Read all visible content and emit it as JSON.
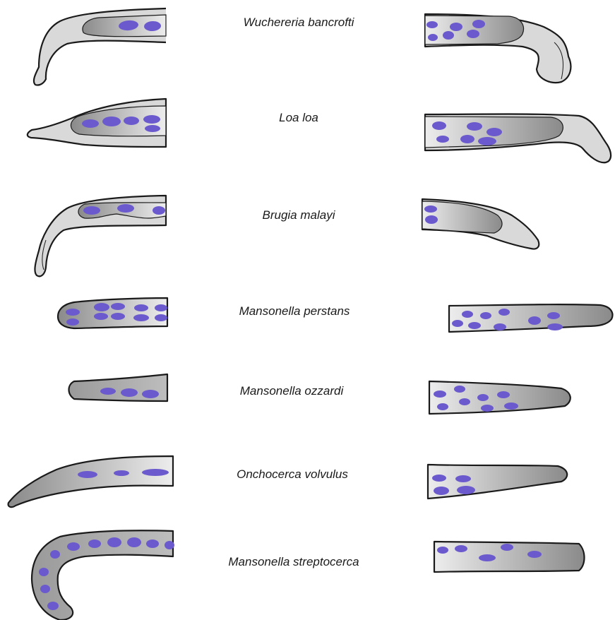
{
  "colors": {
    "sheath": "#d9d9d9",
    "body_dark": "#8c8c8c",
    "body_light": "#e6e6e6",
    "nucleus": "#6a5acd",
    "outline": "#1a1a1a"
  },
  "species": [
    {
      "name": "Wuchereria bancrofti"
    },
    {
      "name": "Loa loa"
    },
    {
      "name": "Brugia malayi"
    },
    {
      "name": "Mansonella perstans"
    },
    {
      "name": "Mansonella ozzardi"
    },
    {
      "name": "Onchocerca volvulus"
    },
    {
      "name": "Mansonella streptocerca"
    }
  ]
}
